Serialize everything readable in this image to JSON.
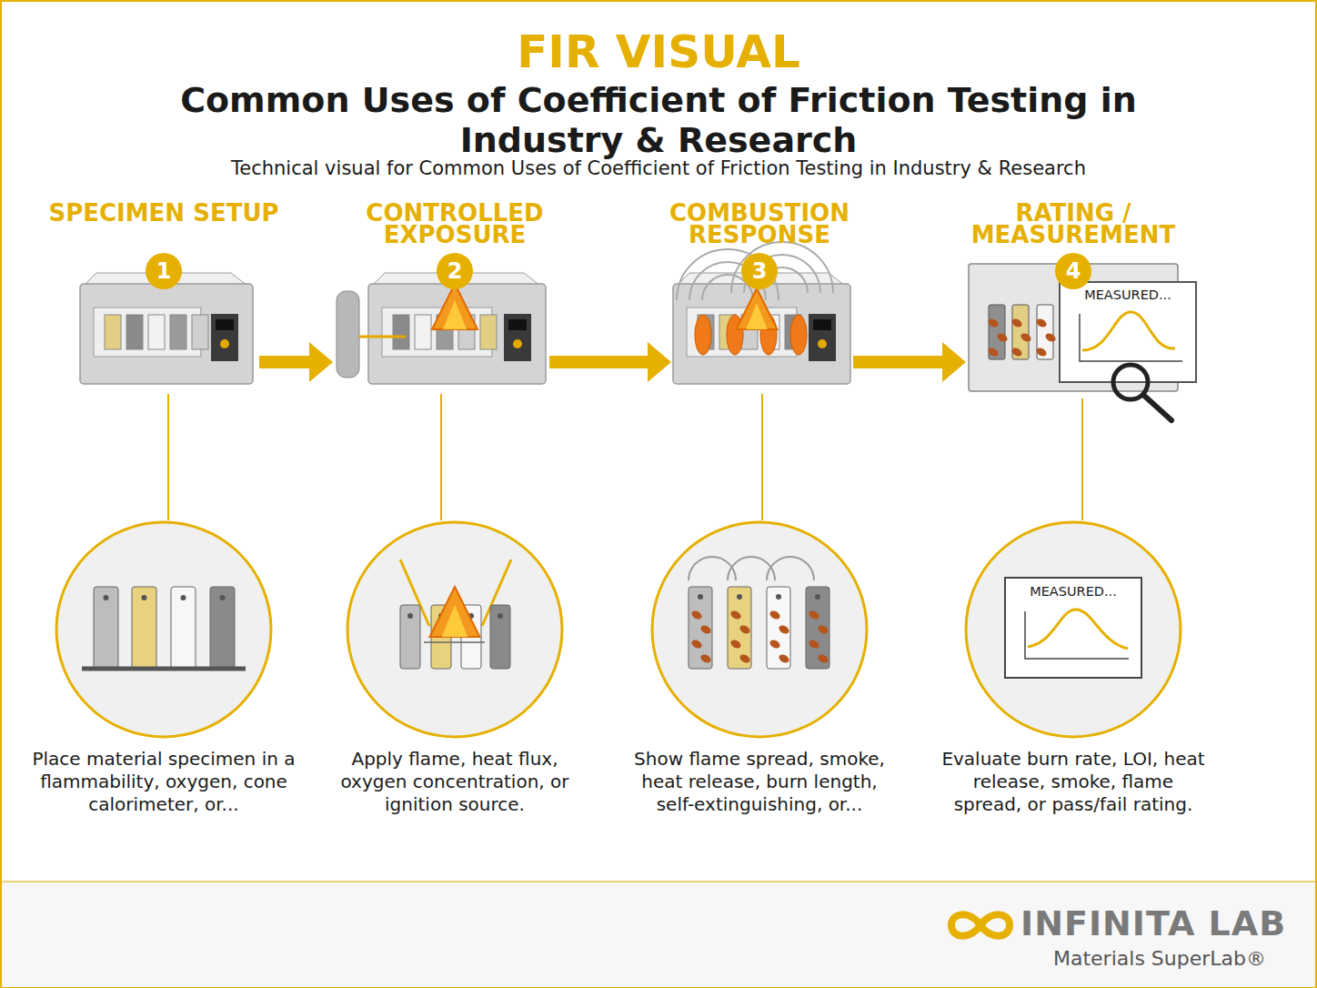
{
  "diagram": {
    "title": "Common Uses of Coefficient of Friction Testing in Industry & Research",
    "caption": "Technical visual for Common Uses of Coefficient of Friction Testing in Industry & Research",
    "nodes": [
      {
        "text": [
          "SPECIMEN SETUP",
          "1"
        ]
      },
      {
        "text": [
          "CONTROLLED EXPOSURE",
          "2"
        ]
      },
      {
        "text": [
          "COMBUSTION RESPONSE",
          "3"
        ]
      },
      {
        "text": [
          "RATING / MEASUREMENT",
          "4",
          "MEASURED..."
        ]
      },
      {
        "text": [
          "Place material specimen in a flammability, oxygen, cone calorimeter, or..."
        ]
      },
      {
        "text": [
          "Apply flame, heat flux, oxygen concentration, or ignition source."
        ]
      },
      {
        "text": [
          "Show flame spread, smoke, heat release, burn length, self-extinguishing, or..."
        ]
      },
      {
        "text": [
          "MEASURED...",
          "Evaluate burn rate, LOI, heat release, smoke, flame spread, or pass/fail rating."
        ]
      }
    ],
    "edges": [
      {
        "from": 0,
        "to": 1,
        "arrow": "to"
      },
      {
        "from": 1,
        "to": 2,
        "arrow": "to"
      },
      {
        "from": 2,
        "to": 3,
        "arrow": "to"
      },
      {
        "from": 0,
        "to": 4,
        "arrow": "none"
      },
      {
        "from": 1,
        "to": 5,
        "arrow": "none"
      },
      {
        "from": 2,
        "to": 6,
        "arrow": "none"
      },
      {
        "from": 3,
        "to": 7,
        "arrow": "none"
      }
    ],
    "labels": [
      "FIR VISUAL",
      "INFINITA LAB",
      "Materials SuperLab®"
    ]
  }
}
